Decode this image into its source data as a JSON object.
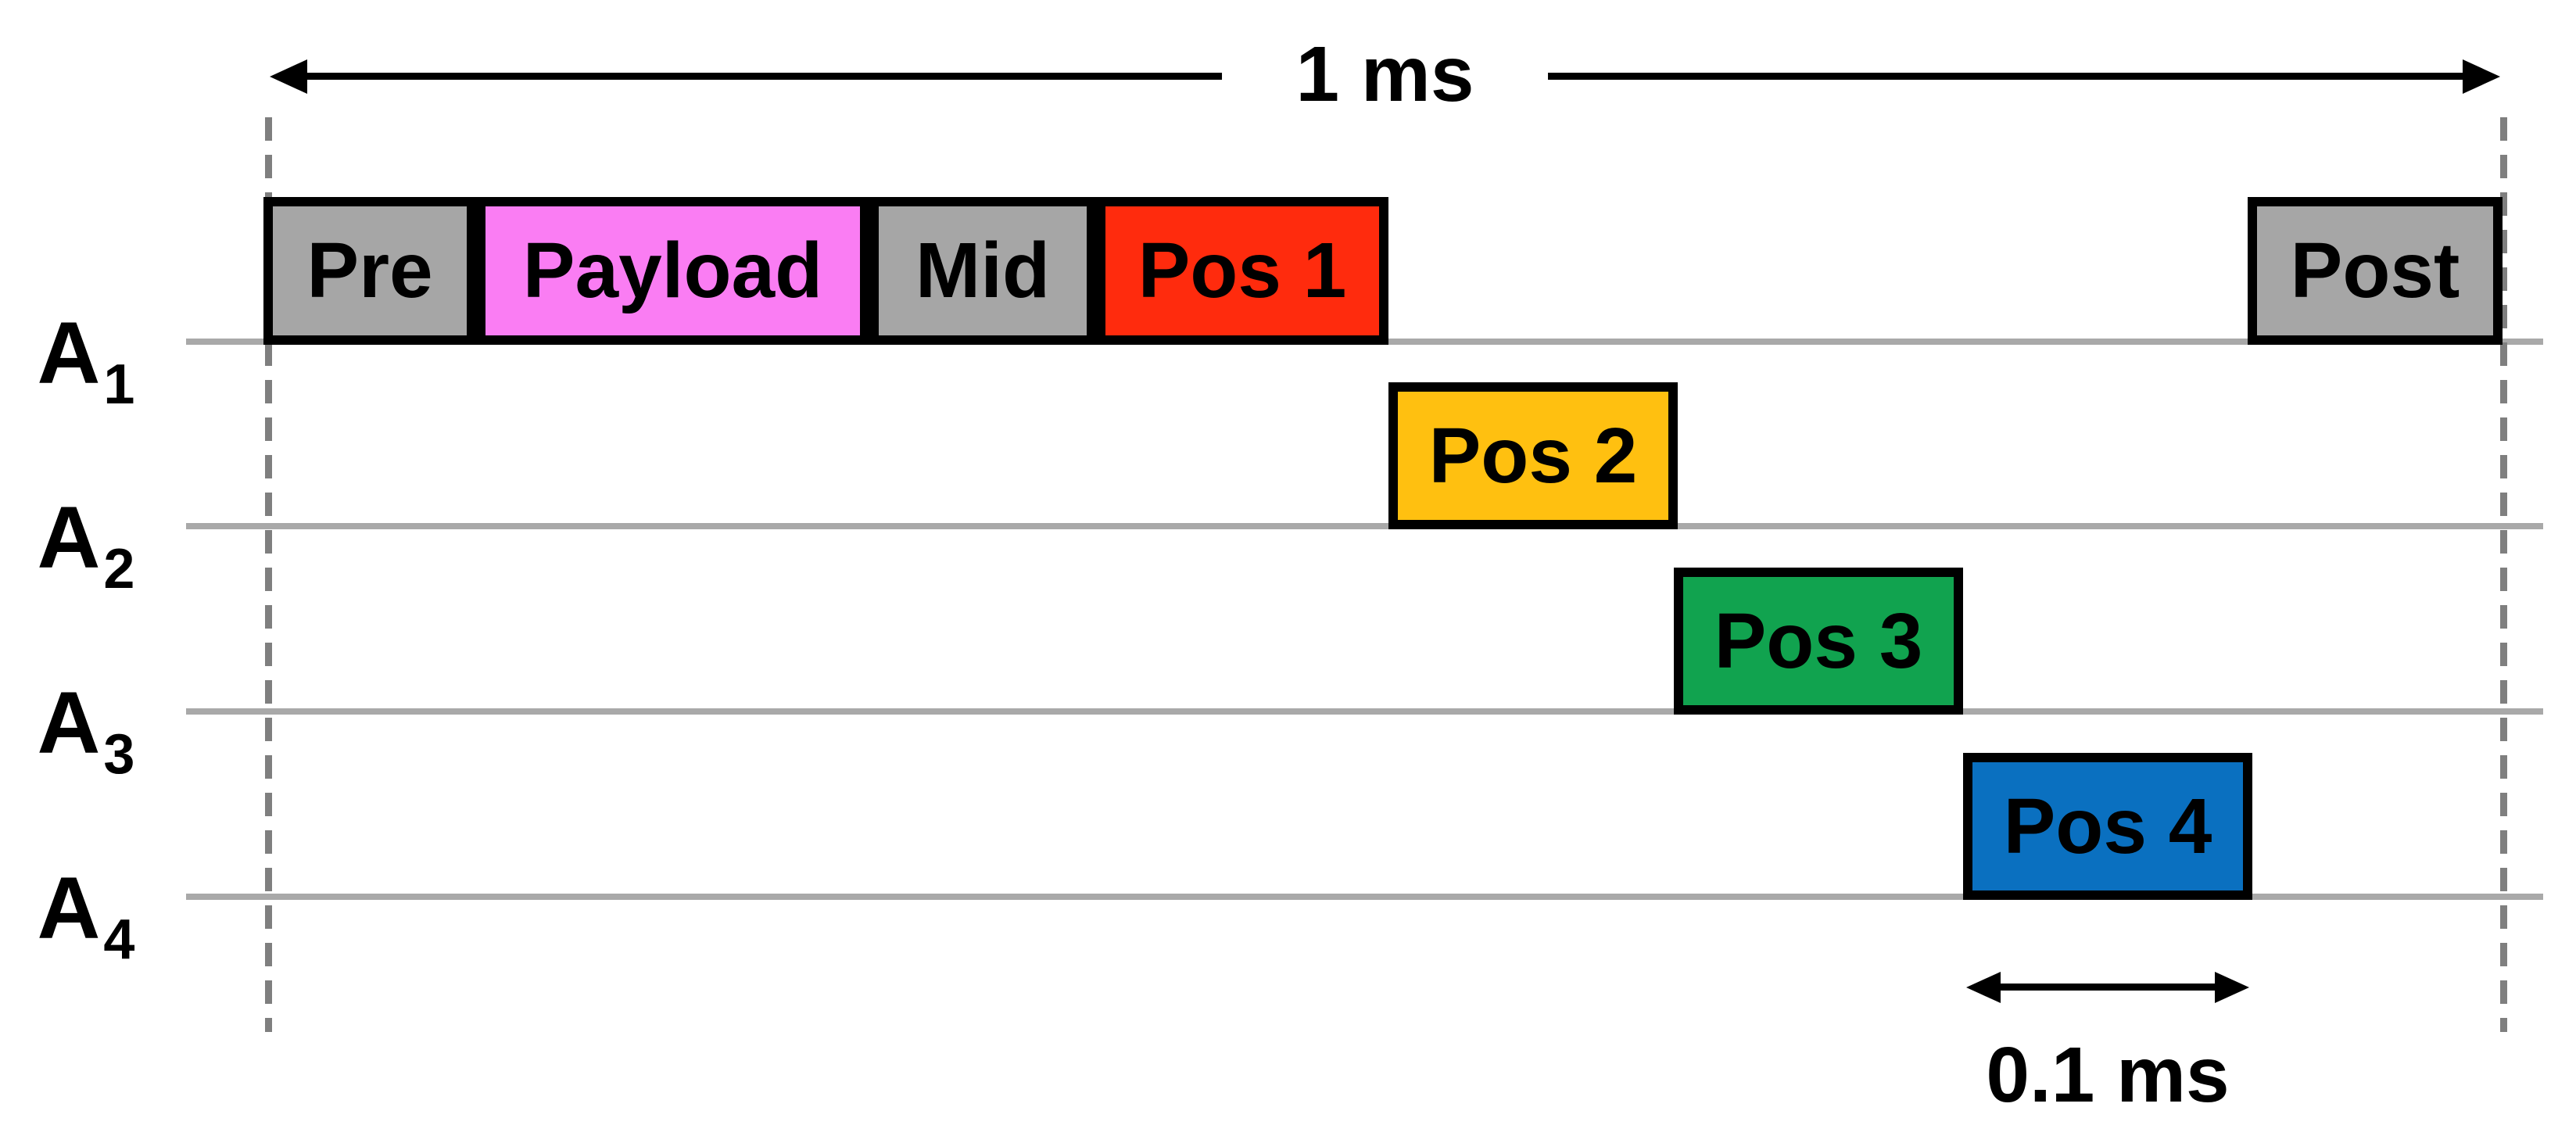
{
  "figure_labels": {
    "total_duration": "1 ms",
    "slot_duration": "0.1 ms"
  },
  "row_labels": [
    {
      "base": "A",
      "sub": "1"
    },
    {
      "base": "A",
      "sub": "2"
    },
    {
      "base": "A",
      "sub": "3"
    },
    {
      "base": "A",
      "sub": "4"
    }
  ],
  "frame_blocks": [
    {
      "label": "Pre",
      "fill": "#A6A6A6"
    },
    {
      "label": "Payload",
      "fill": "#FA7DF3"
    },
    {
      "label": "Mid",
      "fill": "#A6A6A6"
    },
    {
      "label": "Pos 1",
      "fill": "#FF2B0D"
    },
    {
      "label": "Post",
      "fill": "#A6A6A6"
    }
  ],
  "pos_blocks": [
    {
      "label": "Pos 2",
      "fill": "#FFC010"
    },
    {
      "label": "Pos 3",
      "fill": "#11A34F"
    },
    {
      "label": "Pos 4",
      "fill": "#0A70C0"
    }
  ],
  "colors": {
    "background": "#FFFFFF",
    "row_line": "#A9A9A9",
    "dashed_guide": "#7F7F7F",
    "arrow": "#000000",
    "block_border": "#000000",
    "text": "#000000"
  }
}
